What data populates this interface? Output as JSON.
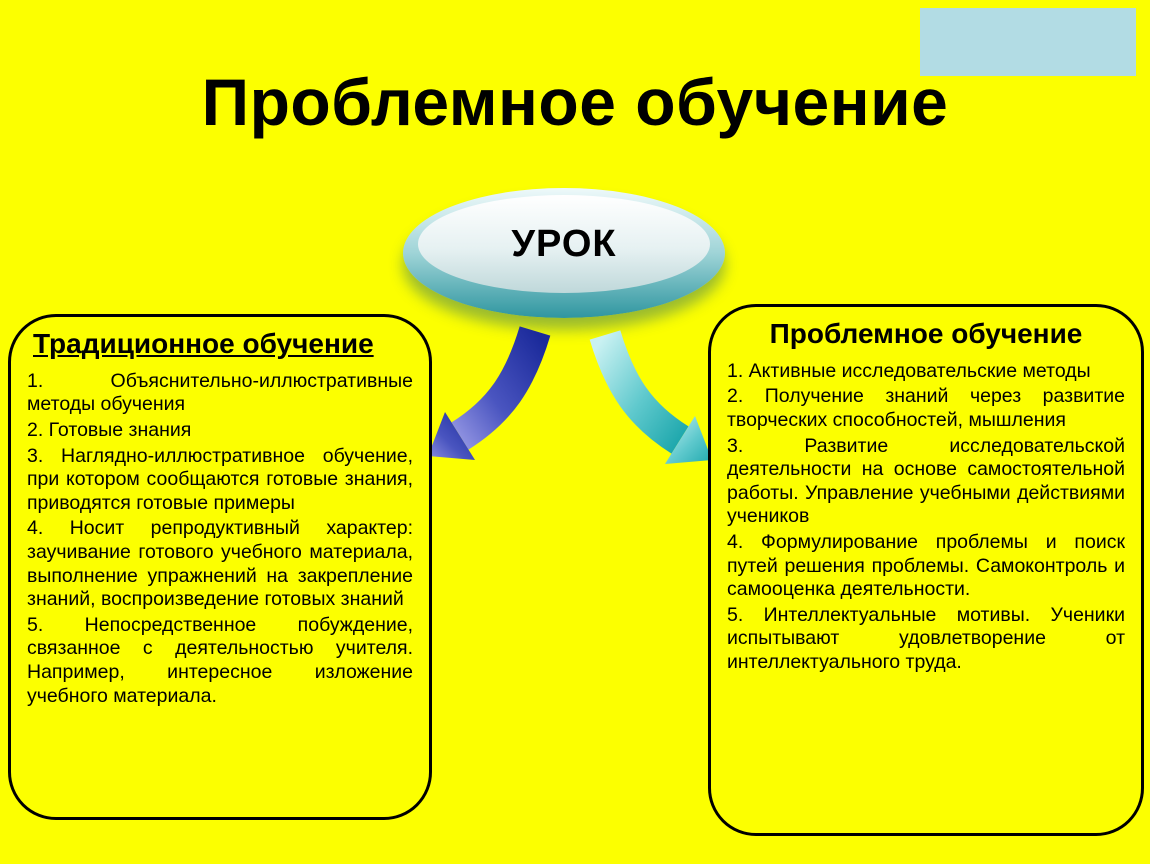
{
  "slide": {
    "title": "Проблемное обучение",
    "ellipse_label": "УРОК"
  },
  "left_box": {
    "title": "Традиционное обучение",
    "items": [
      "1. Объяснительно-иллюстративные методы обучения",
      "2. Готовые знания",
      "3. Наглядно-иллюстративное обучение, при котором сообщаются готовые знания, приводятся готовые примеры",
      "4. Носит репродуктивный характер: заучивание готового учебного материала, выполнение упражнений на закрепление знаний, воспроизведение готовых знаний",
      "5. Непосредственное побуждение, связанное с деятельностью учителя. Например, интересное изложение учебного материала."
    ]
  },
  "right_box": {
    "title": "Проблемное обучение",
    "items": [
      "1. Активные исследовательские методы",
      "2. Получение знаний через развитие творческих способностей, мышления",
      "3. Развитие исследовательской деятельности на основе самостоятельной работы. Управление учебными действиями учеников",
      "4. Формулирование проблемы и поиск путей решения проблемы. Самоконтроль и самооценка деятельности.",
      "5. Интеллектуальные мотивы. Ученики испытывают удовлетворение от интеллектуального труда."
    ]
  },
  "colors": {
    "background": "#FCFF00",
    "accent_rect": "#B2DCE4",
    "arrow_left_dark": "#1B2A9B",
    "arrow_left_light": "#8D90E0",
    "arrow_right_light": "#C9F1F2",
    "arrow_right_dark": "#1FA8AD",
    "disc_rim": "#2F96A0"
  }
}
